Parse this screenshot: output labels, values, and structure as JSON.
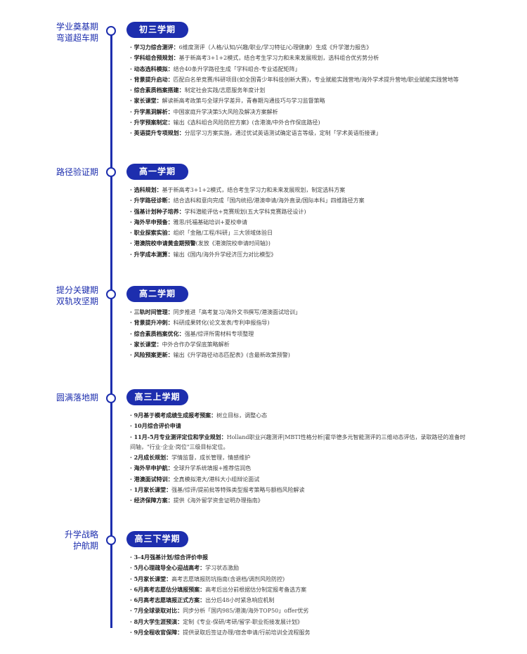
{
  "stages": [
    {
      "label_lines": [
        "学业奠基期",
        "弯道超车期"
      ],
      "title": "初三学期",
      "items": [
        {
          "key": "· 学习力综合测评：",
          "value": "6维度测评（人格/认知/兴趣/职业/学习特征/心理健康）生成《升学潜力报告》"
        },
        {
          "key": "· 学科组合预规划：",
          "value": "基于新高考3+1+2模式，结合考生学习力和未来发展规划，选科组合优劣势分析"
        },
        {
          "key": "· 动态选科模拟：",
          "value": "结合40条升学路径生成「学科组合-专业适配矩阵」"
        },
        {
          "key": "· 背景提升启动：",
          "value": "匹配白名单竞赛/科研项目(如全国青少年科技创新大赛)，专业赋能实践营地/海外学术提升营地/职业赋能实践营地等"
        },
        {
          "key": "· 综合素质档案搭建：",
          "value": "制定社会实践/志愿服务年度计划"
        },
        {
          "key": "· 家长课堂：",
          "value": "解读新高考政策与全球升学差异，青春期沟通技巧与学习监督策略"
        },
        {
          "key": "· 升学黑洞解析：",
          "value": "中国家庭升学决策5大风险及解决方案解析"
        },
        {
          "key": "· 升学预案制定：",
          "value": "输出《选科组合风险防控方案》(含港澳/中外合作保底路径)"
        },
        {
          "key": "· 英语提升专项规划：",
          "value": "分层学习方案实施，通过优试英语测试确定语言等级，定制「学术英语衔接课」"
        }
      ]
    },
    {
      "label_lines": [
        "路径验证期"
      ],
      "title": "高一学期",
      "items": [
        {
          "key": "· 选科规划：",
          "value": "基于新高考3+1+2模式，结合考生学习力和未来发展规划，制定选科方案"
        },
        {
          "key": "· 升学路径诊断：",
          "value": "结合选科和意向完成「国内统招/港澳申请/海外直录/国际本科」四维路径方案"
        },
        {
          "key": "· 强基计划种子培养：",
          "value": "学科潜能评估+竞赛规划(五大学科竞赛路径设计)"
        },
        {
          "key": "· 海外早申预备：",
          "value": "雅思/托福基础培训+夏校申请"
        },
        {
          "key": "· 职业探索实验：",
          "value": "组织「金融/工程/科研」三大领域体验日"
        },
        {
          "key": "· 港澳院校申请黄金期预警",
          "value": "(发放《港澳院校申请时间轴》)"
        },
        {
          "key": "· 升学成本测算：",
          "value": "输出《国内/海外升学经济压力对比模型》"
        }
      ]
    },
    {
      "label_lines": [
        "提分关键期",
        "双轨攻坚期"
      ],
      "title": "高二学期",
      "items": [
        {
          "key": "· 三轨时间管理：",
          "value": "同步推进「高考复习/海外文书撰写/港澳面试培训」"
        },
        {
          "key": "· 背景提升冲刺：",
          "value": "科研成果转化(论文发表/专利申报指导)"
        },
        {
          "key": "· 综合素质档案优化：",
          "value": "强基/综评所需材料专项整理"
        },
        {
          "key": "· 家长课堂：",
          "value": "中外合作办学保底策略解析"
        },
        {
          "key": "· 风险预案更新：",
          "value": "输出《升学路径动态匹配表》(含最新政策预警)"
        }
      ]
    },
    {
      "label_lines": [
        "圆满落地期"
      ],
      "title": "高三上学期",
      "items": [
        {
          "key": "· 9月基于模考成绩生成报考预案：",
          "value": "树立目标，调整心态"
        },
        {
          "key": "· 10月综合评价申请",
          "value": ""
        },
        {
          "key": "· 11月-5月专业测评定位和学业规划：",
          "value": "Holland职业兴趣测评|MBTI性格分析|霍华德多元智能测评的三维动态评估，录取路径的准备时间轴，\"行业·企业·岗位\"三级目标定位。",
          "wrap": true
        },
        {
          "key": "· 2月成长规划：",
          "value": "学情监督，成长管理，情感维护"
        },
        {
          "key": "· 海外早申护航：",
          "value": "全球升学系统填报+推荐信润色"
        },
        {
          "key": "· 港澳面试特训：",
          "value": "全真模拟港大/港科大小组辩论面试"
        },
        {
          "key": "· 1月家长课堂：",
          "value": "强基/综评/提前批等特殊类型报考策略与额档风险解读"
        },
        {
          "key": "· 经济保障方案：",
          "value": "提供《海外留学资金证明办理指南》"
        }
      ]
    },
    {
      "label_lines": [
        "升学战略",
        "护航期"
      ],
      "title": "高三下学期",
      "items": [
        {
          "key": "· 3-4月强基计划/综合评价申报",
          "value": ""
        },
        {
          "key": "· 5月心理疏导全心迎战高考：",
          "value": "学习状态激励"
        },
        {
          "key": "· 5月家长课堂：",
          "value": "高考志愿填报防坑指南(含退档/调剂风险防控)"
        },
        {
          "key": "· 6月高考志愿估分填报预案：",
          "value": "高考后出分前根据估分制定报考备选方案"
        },
        {
          "key": "· 6月高考志愿填报正式方案：",
          "value": "出分后48小时紧急响应机制"
        },
        {
          "key": "· 7月全球录取对比：",
          "value": "同步分析「国内985/港澳/海外TOP50」offer优劣"
        },
        {
          "key": "· 8月大学生涯预演：",
          "value": "定制《专业-保研/考研/留学-职业衔接发展计划》"
        },
        {
          "key": "· 9月全程收官保障：",
          "value": "提供录取后签证办理/宿舍申请/行前培训全流程服务"
        }
      ]
    }
  ]
}
